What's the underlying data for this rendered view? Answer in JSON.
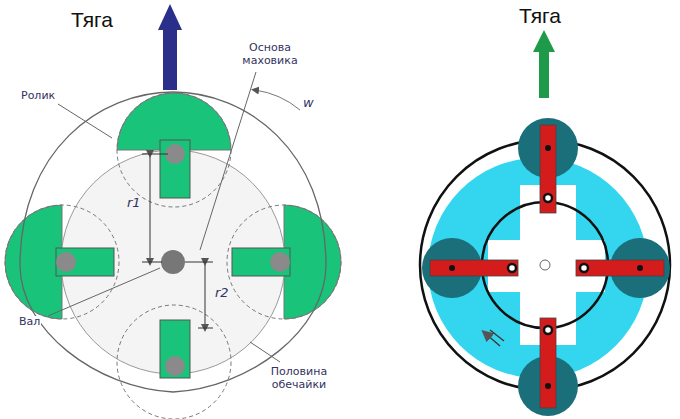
{
  "diagram": {
    "labels": [
      "Тяга",
      "Основа маховика",
      "w",
      "Ролик",
      "r1",
      "r2",
      "Вал",
      "Половина обечайки",
      "Тяга"
    ]
  }
}
